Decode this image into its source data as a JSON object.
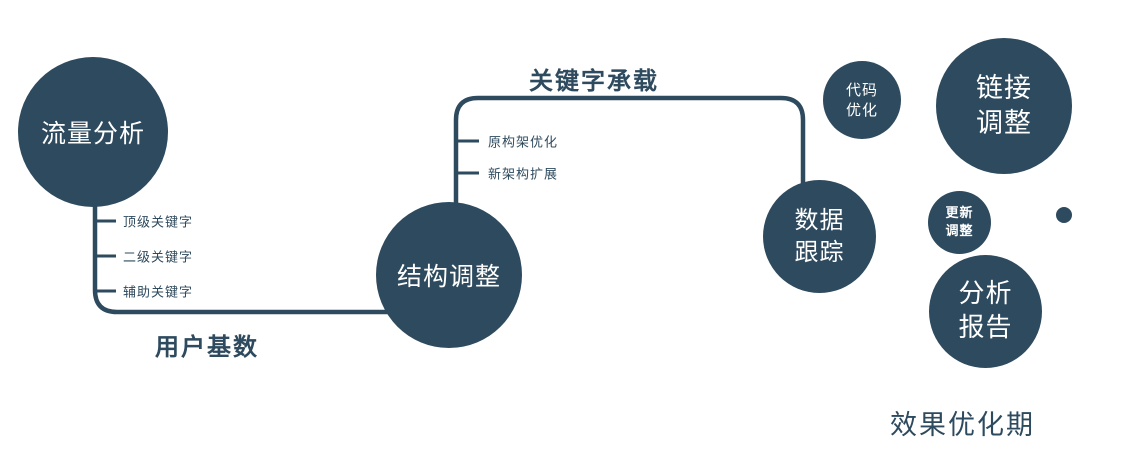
{
  "diagram": {
    "colors": {
      "primary": "#2e4a5e",
      "node_text": "#ffffff",
      "background": "#ffffff"
    },
    "nodes": {
      "traffic_analysis": {
        "label": "流量分析"
      },
      "structure_adjustment": {
        "label": "结构调整"
      },
      "data_tracking": {
        "label": "数据\n跟踪"
      },
      "code_optimization": {
        "label": "代码\n优化"
      },
      "link_adjustment": {
        "label": "链接\n调整"
      },
      "update_adjustment": {
        "label": "更新\n调整"
      },
      "analysis_report": {
        "label": "分析\n报告"
      }
    },
    "edges": {
      "user_base_label": "用户基数",
      "keyword_carry_label": "关键字承载"
    },
    "traffic_branches": [
      "顶级关键字",
      "二级关键字",
      "辅助关键字"
    ],
    "structure_branches": [
      "原构架优化",
      "新架构扩展"
    ],
    "footer_label": "效果优化期"
  }
}
